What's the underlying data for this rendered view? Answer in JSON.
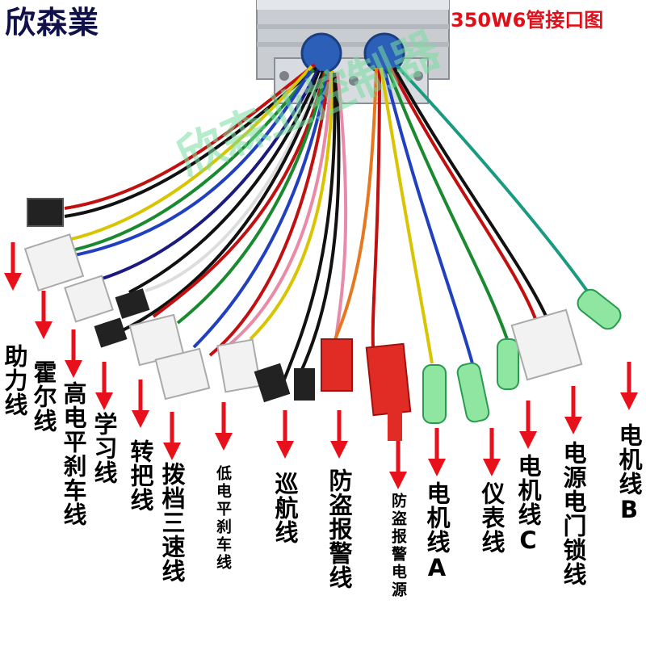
{
  "brand": "欣森業",
  "title": "350W6管接口图",
  "watermark": "欣森业控制器",
  "colors": {
    "arrow": "#e8101a",
    "title": "#e0101a",
    "brand": "#10104a"
  },
  "wire_labels": [
    "助力线",
    "霍尔线",
    "高电平刹车线",
    "学习线",
    "转把线",
    "拨档三速线",
    "低电平刹车线",
    "巡航线",
    "防盗报警线",
    "防盗报警电源",
    "电机线A",
    "仪表线",
    "电机线C",
    "电源电门锁线",
    "电机线B"
  ]
}
